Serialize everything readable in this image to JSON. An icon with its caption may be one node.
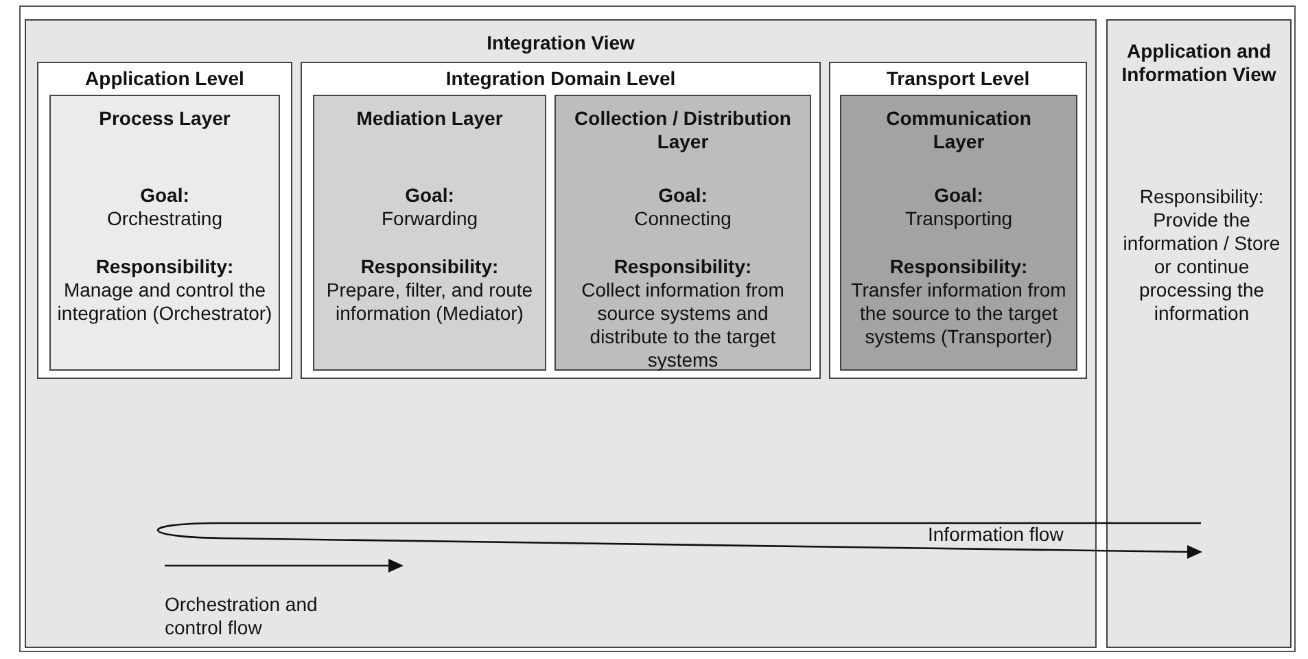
{
  "diagram": {
    "nodes": [
      {
        "text": [
          "Integration View"
        ]
      },
      {
        "text": [
          "Application Level"
        ],
        "in": 0
      },
      {
        "text": [
          "Process Layer",
          "Goal:",
          "Orchestrating",
          "Responsibility:",
          "Manage and control the integration (Orchestrator)"
        ],
        "in": 1
      },
      {
        "text": [
          "Integration Domain Level"
        ],
        "in": 0
      },
      {
        "text": [
          "Mediation Layer",
          "Goal:",
          "Forwarding",
          "Responsibility:",
          "Prepare, filter, and route information (Mediator)"
        ],
        "in": 3
      },
      {
        "text": [
          "Collection / Distribution Layer",
          "Goal:",
          "Connecting",
          "Responsibility:",
          "Collect information from source systems and distribute to the target systems"
        ],
        "in": 3
      },
      {
        "text": [
          "Transport Level"
        ],
        "in": 0
      },
      {
        "text": [
          "Communication Layer",
          "Goal:",
          "Transporting",
          "Responsibility:",
          "Transfer information from the source to the target systems (Transporter)"
        ],
        "in": 6
      },
      {
        "text": [
          "Application and Information View",
          "Responsibility: Provide the information / Store or continue processing the information"
        ]
      }
    ],
    "edges": [],
    "labels": [
      "Information flow",
      "Orchestration and control flow"
    ]
  }
}
